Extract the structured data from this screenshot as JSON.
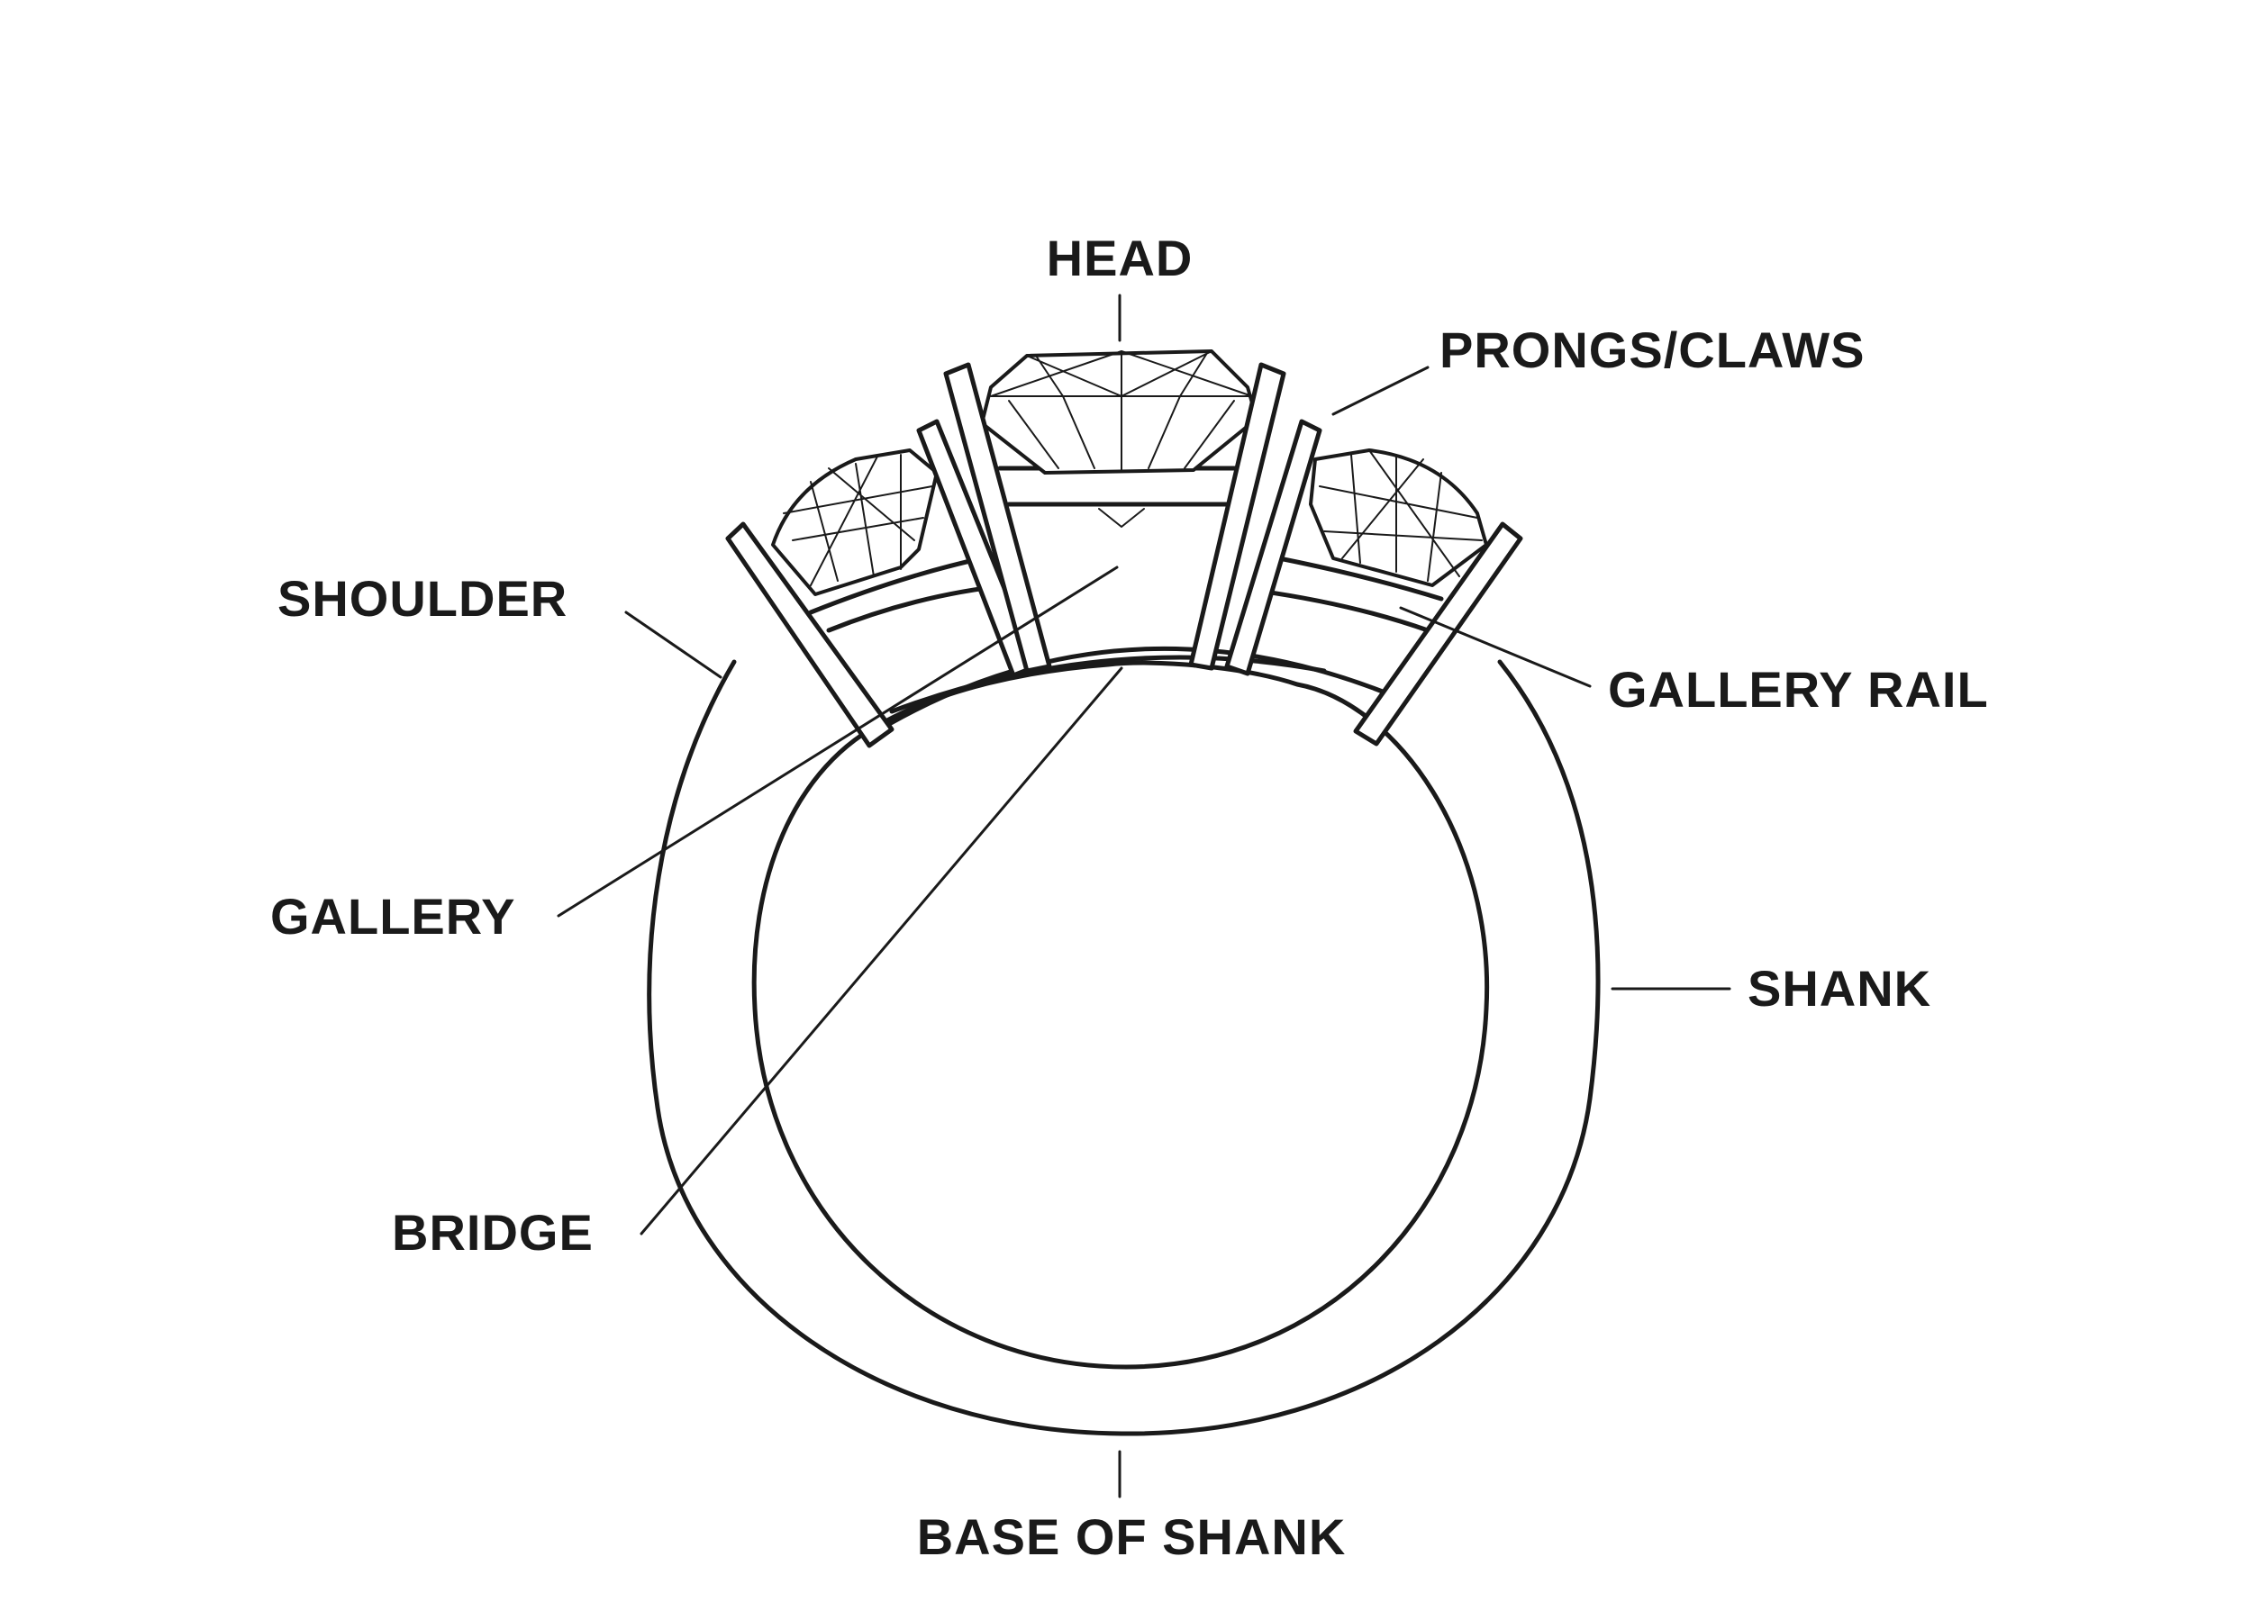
{
  "labels": {
    "head": "HEAD",
    "prongs": "PRONGS/CLAWS",
    "shoulder": "SHOULDER",
    "gallery_rail": "GALLERY RAIL",
    "gallery": "GALLERY",
    "shank": "SHANK",
    "bridge": "BRIDGE",
    "base": "BASE OF SHANK"
  },
  "colors": {
    "ink": "#1a1a1a",
    "background": "#ffffff"
  }
}
